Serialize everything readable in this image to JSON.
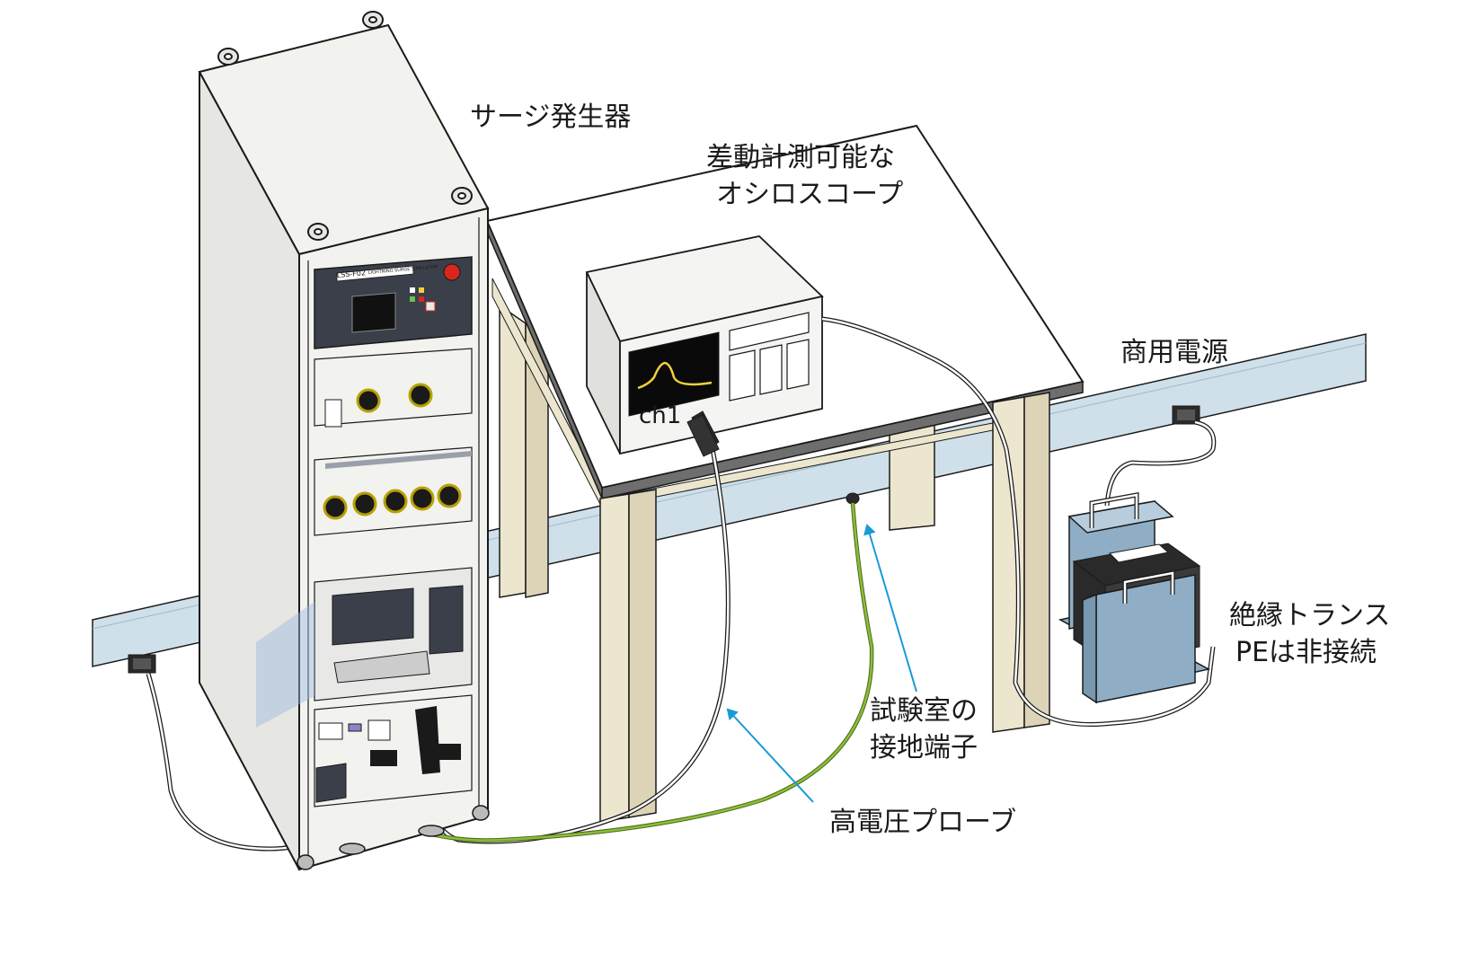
{
  "labels": {
    "surge_generator": "サージ発生器",
    "oscilloscope_line1": "差動計測可能な",
    "oscilloscope_line2": "オシロスコープ",
    "commercial_power": "商用電源",
    "transformer_line1": "絶縁トランス",
    "transformer_line2": "PEは非接続",
    "ground_terminal_line1": "試験室の",
    "ground_terminal_line2": "接地端子",
    "hv_probe": "高電圧プローブ",
    "channel": "ch1",
    "model_badge": "LSS-F02",
    "model_subtitle": "LIGHTNING SURGE SIMULATOR"
  },
  "colors": {
    "outline": "#1a1a1a",
    "cabinet": "#f2f2ef",
    "cabinet_side": "#e6e6e2",
    "wall_band": "#cfe0ea",
    "table_top": "#ffffff",
    "table_edge": "#6e6e6e",
    "table_leg": "#ede6cf",
    "transformer_body": "#8faec6",
    "transformer_core": "#2a2a2a",
    "ground_wire": "#8cbd3a",
    "pointer_arrow": "#1a9ad6",
    "scope_trace": "#f0d23a",
    "panel_dark": "#3a3f4a",
    "estop": "#d9261c"
  }
}
